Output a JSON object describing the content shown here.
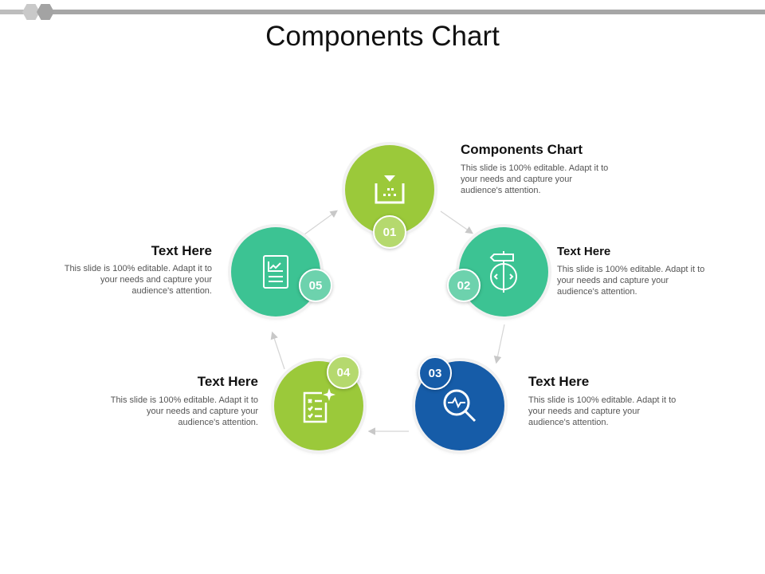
{
  "title": "Components Chart",
  "colors": {
    "green": "#9bc93a",
    "teal": "#3cc393",
    "blue": "#165ca8",
    "green_light": "#b5d96e",
    "teal_light": "#6dd2ad"
  },
  "items": [
    {
      "number": "01",
      "title": "Components Chart",
      "desc": "This slide is 100% editable. Adapt it to your needs and capture your audience's attention.",
      "icon": "conveyor-box-icon"
    },
    {
      "number": "02",
      "title": "Text Here",
      "desc": "This slide is 100% editable. Adapt it to your needs and capture your audience's attention.",
      "icon": "signpost-code-icon"
    },
    {
      "number": "03",
      "title": "Text Here",
      "desc": "This slide is 100% editable. Adapt it to your needs and capture your audience's attention.",
      "icon": "magnifier-pulse-icon"
    },
    {
      "number": "04",
      "title": "Text Here",
      "desc": "This slide is 100% editable. Adapt it to your needs and capture your audience's attention.",
      "icon": "checklist-sparkle-icon"
    },
    {
      "number": "05",
      "title": "Text Here",
      "desc": "This slide is 100% editable. Adapt it to your needs and capture your audience's attention.",
      "icon": "report-chart-icon"
    }
  ]
}
